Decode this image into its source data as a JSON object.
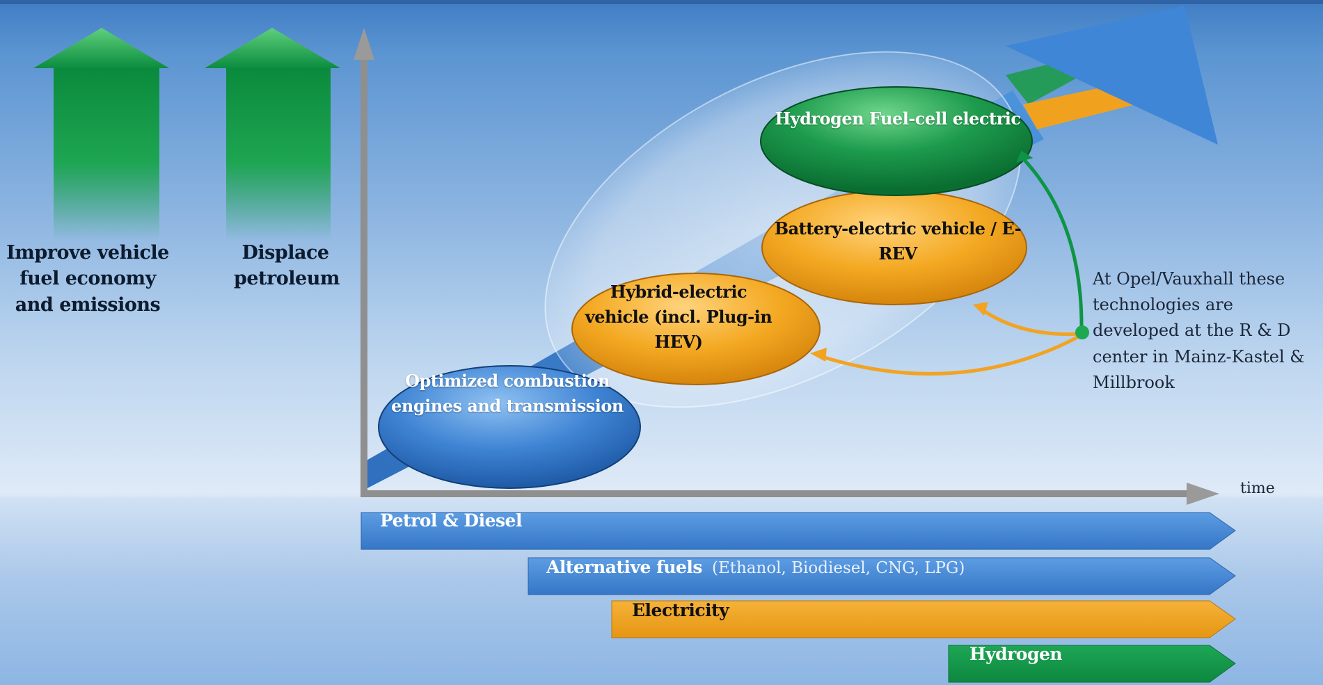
{
  "goals": {
    "fuel_economy": "Improve vehicle fuel economy and emissions",
    "displace": "Displace petroleum"
  },
  "technologies": {
    "optimized": "Optimized combustion engines and transmission",
    "hybrid": "Hybrid-electric vehicle (incl. Plug-in HEV)",
    "battery": "Battery-electric vehicle / E-REV",
    "hydrogen": "Hydrogen Fuel-cell electric"
  },
  "note": "At Opel/Vauxhall these technologies are developed at the R & D center in Mainz-Kastel & Millbrook",
  "axis": {
    "x_label": "time"
  },
  "fuels": {
    "petrol": {
      "label": "Petrol & Diesel"
    },
    "alternative": {
      "label": "Alternative fuels",
      "detail": "(Ethanol, Biodiesel, CNG, LPG)"
    },
    "electricity": {
      "label": "Electricity"
    },
    "hydrogen": {
      "label": "Hydrogen"
    }
  },
  "colors": {
    "green": "#0e8f43",
    "orange": "#f0a21f",
    "blue": "#3f82d0",
    "axis": "#8f8f8f"
  }
}
